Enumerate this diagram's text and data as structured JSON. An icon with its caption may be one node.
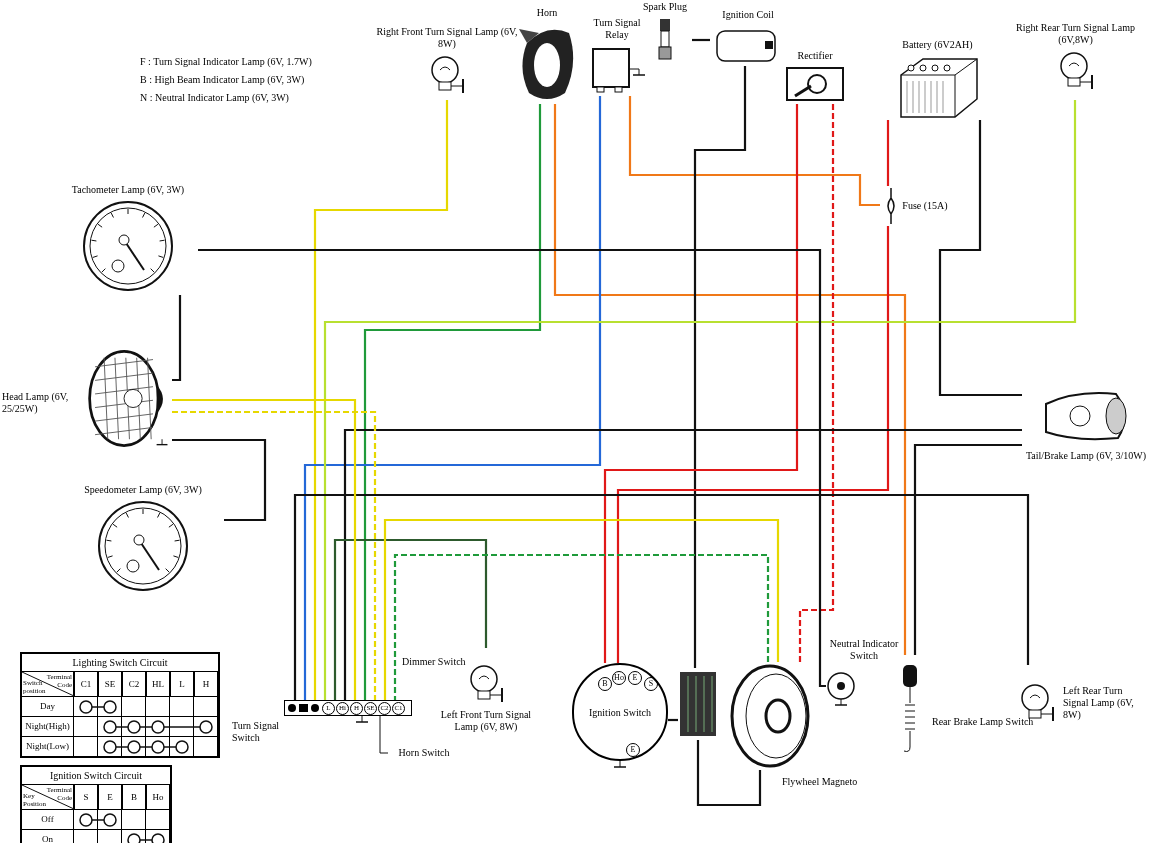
{
  "diagram": {
    "nodes": [
      {
        "text": [
          "Tachometer Lamp (6V, 3W)"
        ]
      },
      {
        "text": [
          "Head Lamp (6V, 25/25W)"
        ]
      },
      {
        "text": [
          "Speedometer Lamp (6V, 3W)"
        ]
      },
      {
        "text": [
          "Right Front Turn Signal Lamp (6V, 8W)"
        ]
      },
      {
        "text": [
          "Horn"
        ]
      },
      {
        "text": [
          "Turn Signal Relay"
        ]
      },
      {
        "text": [
          "Spark Plug"
        ]
      },
      {
        "text": [
          "Ignition Coil"
        ]
      },
      {
        "text": [
          "Rectifier"
        ]
      },
      {
        "text": [
          "Battery (6V2AH)"
        ]
      },
      {
        "text": [
          "Right Rear Turn Signal Lamp (6V,8W)"
        ]
      },
      {
        "text": [
          "Fuse (15A)"
        ]
      },
      {
        "text": [
          "Tail/Brake Lamp (6V, 3/10W)"
        ]
      },
      {
        "text": [
          "L",
          "Hi",
          "H",
          "SE",
          "C2",
          "C1"
        ],
        "beside": [
          "Turn Signal Switch"
        ]
      },
      {
        "text": [
          "Horn Switch"
        ]
      },
      {
        "text": [
          "Left Front Turn Signal Lamp (6V, 8W)"
        ]
      },
      {
        "text": [
          "B",
          "Ho",
          "E",
          "S",
          "Ignition Switch",
          "E"
        ]
      },
      {
        "text": [],
        "shape": "picture"
      },
      {
        "text": [],
        "shape": "picture",
        "beside": [
          "Flywheel Magneto"
        ]
      },
      {
        "text": [
          "Neutral Indicator Switch"
        ]
      },
      {
        "text": [],
        "shape": "picture"
      },
      {
        "text": [
          "Left Rear Turn Signal Lamp (6V, 8W)"
        ]
      }
    ],
    "edges": [
      {
        "from": 3,
        "to": 13,
        "arrow": "none",
        "color": "#e6d800"
      },
      {
        "from": 4,
        "to": 13,
        "arrow": "none",
        "color": "#1f9a3a"
      },
      {
        "from": 4,
        "to": 20,
        "arrow": "none",
        "color": "#f07818"
      },
      {
        "from": 5,
        "to": 13,
        "arrow": "none",
        "color": "#2468d8"
      },
      {
        "from": 5,
        "to": 11,
        "arrow": "none",
        "color": "#f07818"
      },
      {
        "from": 6,
        "to": 7,
        "arrow": "none"
      },
      {
        "from": 7,
        "to": 17,
        "arrow": "none"
      },
      {
        "from": 8,
        "to": 16,
        "arrow": "none",
        "color": "#e01818"
      },
      {
        "from": 8,
        "to": 18,
        "arrow": "none",
        "style": "dashed",
        "color": "#e01818"
      },
      {
        "from": 9,
        "to": 11,
        "arrow": "none",
        "color": "#e01818"
      },
      {
        "from": 11,
        "to": 16,
        "arrow": "none",
        "color": "#e01818"
      },
      {
        "from": 9,
        "to": 12,
        "arrow": "none"
      },
      {
        "from": 10,
        "to": 13,
        "arrow": "none",
        "color": "#b8e030"
      },
      {
        "from": 12,
        "to": 13,
        "arrow": "none"
      },
      {
        "from": 12,
        "to": 20,
        "arrow": "none"
      },
      {
        "from": 21,
        "to": 13,
        "arrow": "none"
      },
      {
        "from": 15,
        "to": 13,
        "arrow": "none",
        "color": "#2d5a2d"
      },
      {
        "from": 1,
        "to": 13,
        "arrow": "none",
        "color": "#e6d800"
      },
      {
        "from": 1,
        "to": 13,
        "arrow": "none",
        "style": "dashed",
        "color": "#e6d800"
      },
      {
        "from": 18,
        "to": 13,
        "arrow": "none",
        "color": "#e6d800"
      },
      {
        "from": 18,
        "to": 13,
        "arrow": "none",
        "style": "dashed",
        "color": "#1f9a3a"
      },
      {
        "from": 0,
        "to": 1,
        "arrow": "none"
      },
      {
        "from": 19,
        "to": 0,
        "arrow": "none"
      },
      {
        "from": 2,
        "to": 1,
        "arrow": "none"
      },
      {
        "from": 17,
        "to": 16,
        "arrow": "none"
      },
      {
        "from": 18,
        "to": 17,
        "arrow": "none"
      },
      {
        "from": 14,
        "to": 13,
        "arrow": "none"
      }
    ],
    "labels": [
      "F : Turn Signal Indicator Lamp (6V, 1.7W)",
      "B : High Beam Indicator Lamp (6V, 3W)",
      "N : Neutral Indicator Lamp (6V, 3W)",
      "Dimmer Switch",
      "Rear Brake Lamp Switch",
      "Lighting Switch Circuit",
      "Terminal Code",
      "Switch position",
      "C1",
      "SE",
      "C2",
      "HL",
      "L",
      "H",
      "Day",
      "Night(High)",
      "Night(Low)",
      "Ignition Switch Circuit",
      "Terminal Code",
      "Key Position",
      "S",
      "E",
      "B",
      "Ho",
      "Off",
      "On"
    ]
  }
}
